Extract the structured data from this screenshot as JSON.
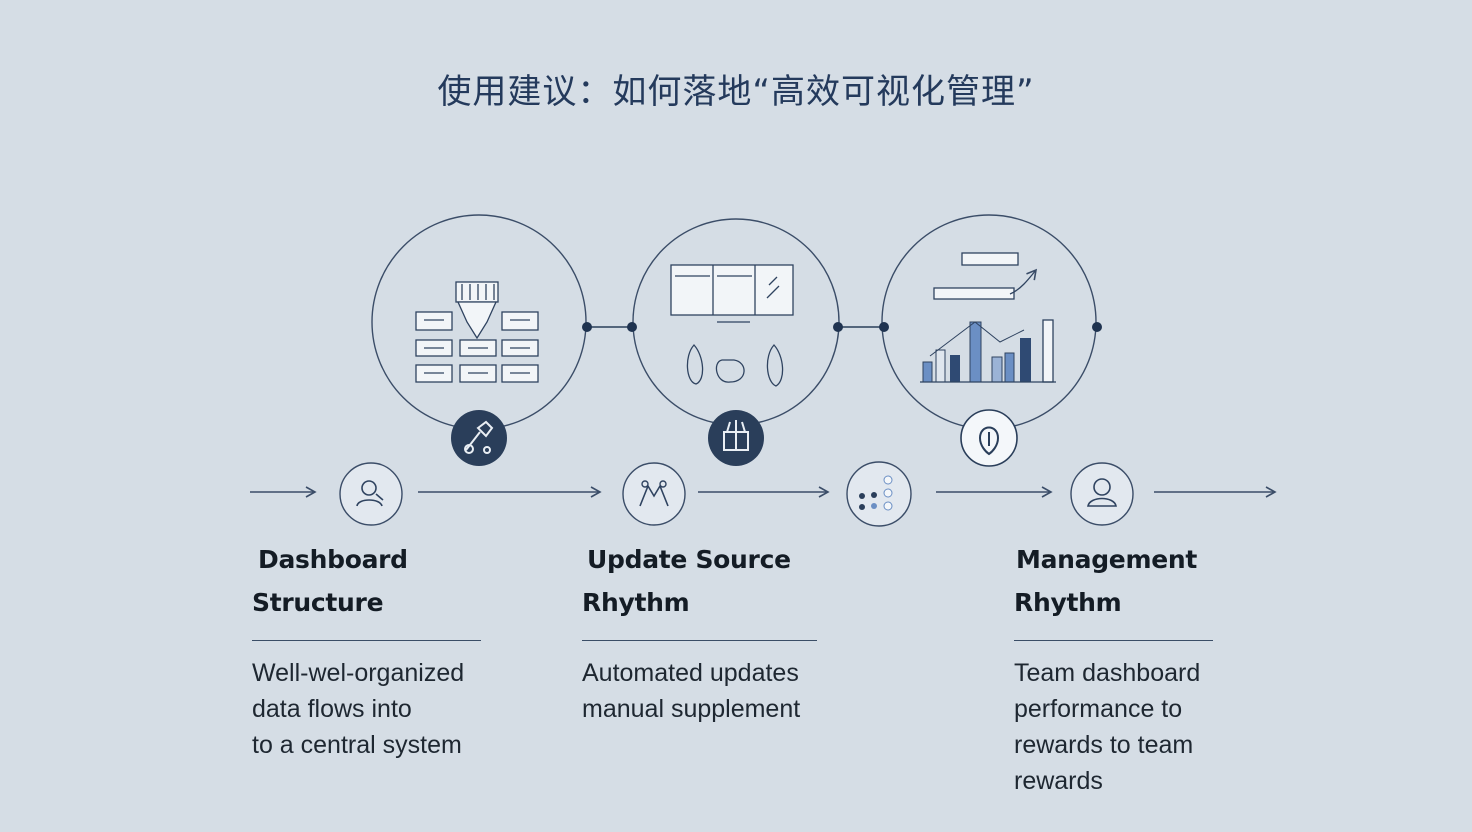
{
  "title": "使用建议：如何落地“高效可视化管理”",
  "colors": {
    "background": "#d5dde5",
    "line": "#3b4d68",
    "dark_badge": "#2a3e5a",
    "bar_blue": "#6b8fc4",
    "bar_dark": "#2f4a73"
  },
  "icons": {
    "circle_1": "dashboard-grid-icon",
    "circle_2": "update-screens-icon",
    "circle_3": "bar-chart-icon",
    "badge_1": "tools-icon",
    "badge_2": "box-icon",
    "badge_3": "touch-icon",
    "node_1": "person-icon",
    "node_2": "hands-icon",
    "node_3": "dots-icon",
    "node_4": "user-icon"
  },
  "columns": [
    {
      "title_line1": "Dashboard",
      "title_line2": "Structure",
      "description": "Well-wel-organized\ndata flows into\nto a central system"
    },
    {
      "title_line1": "Update Source",
      "title_line2": "Rhythm",
      "description": "Automated updates\n   manual supplement"
    },
    {
      "title_line1": "Management",
      "title_line2": "Rhythm",
      "description": "Team  dashboard\nperformance to\nrewards to team\nrewards"
    }
  ]
}
